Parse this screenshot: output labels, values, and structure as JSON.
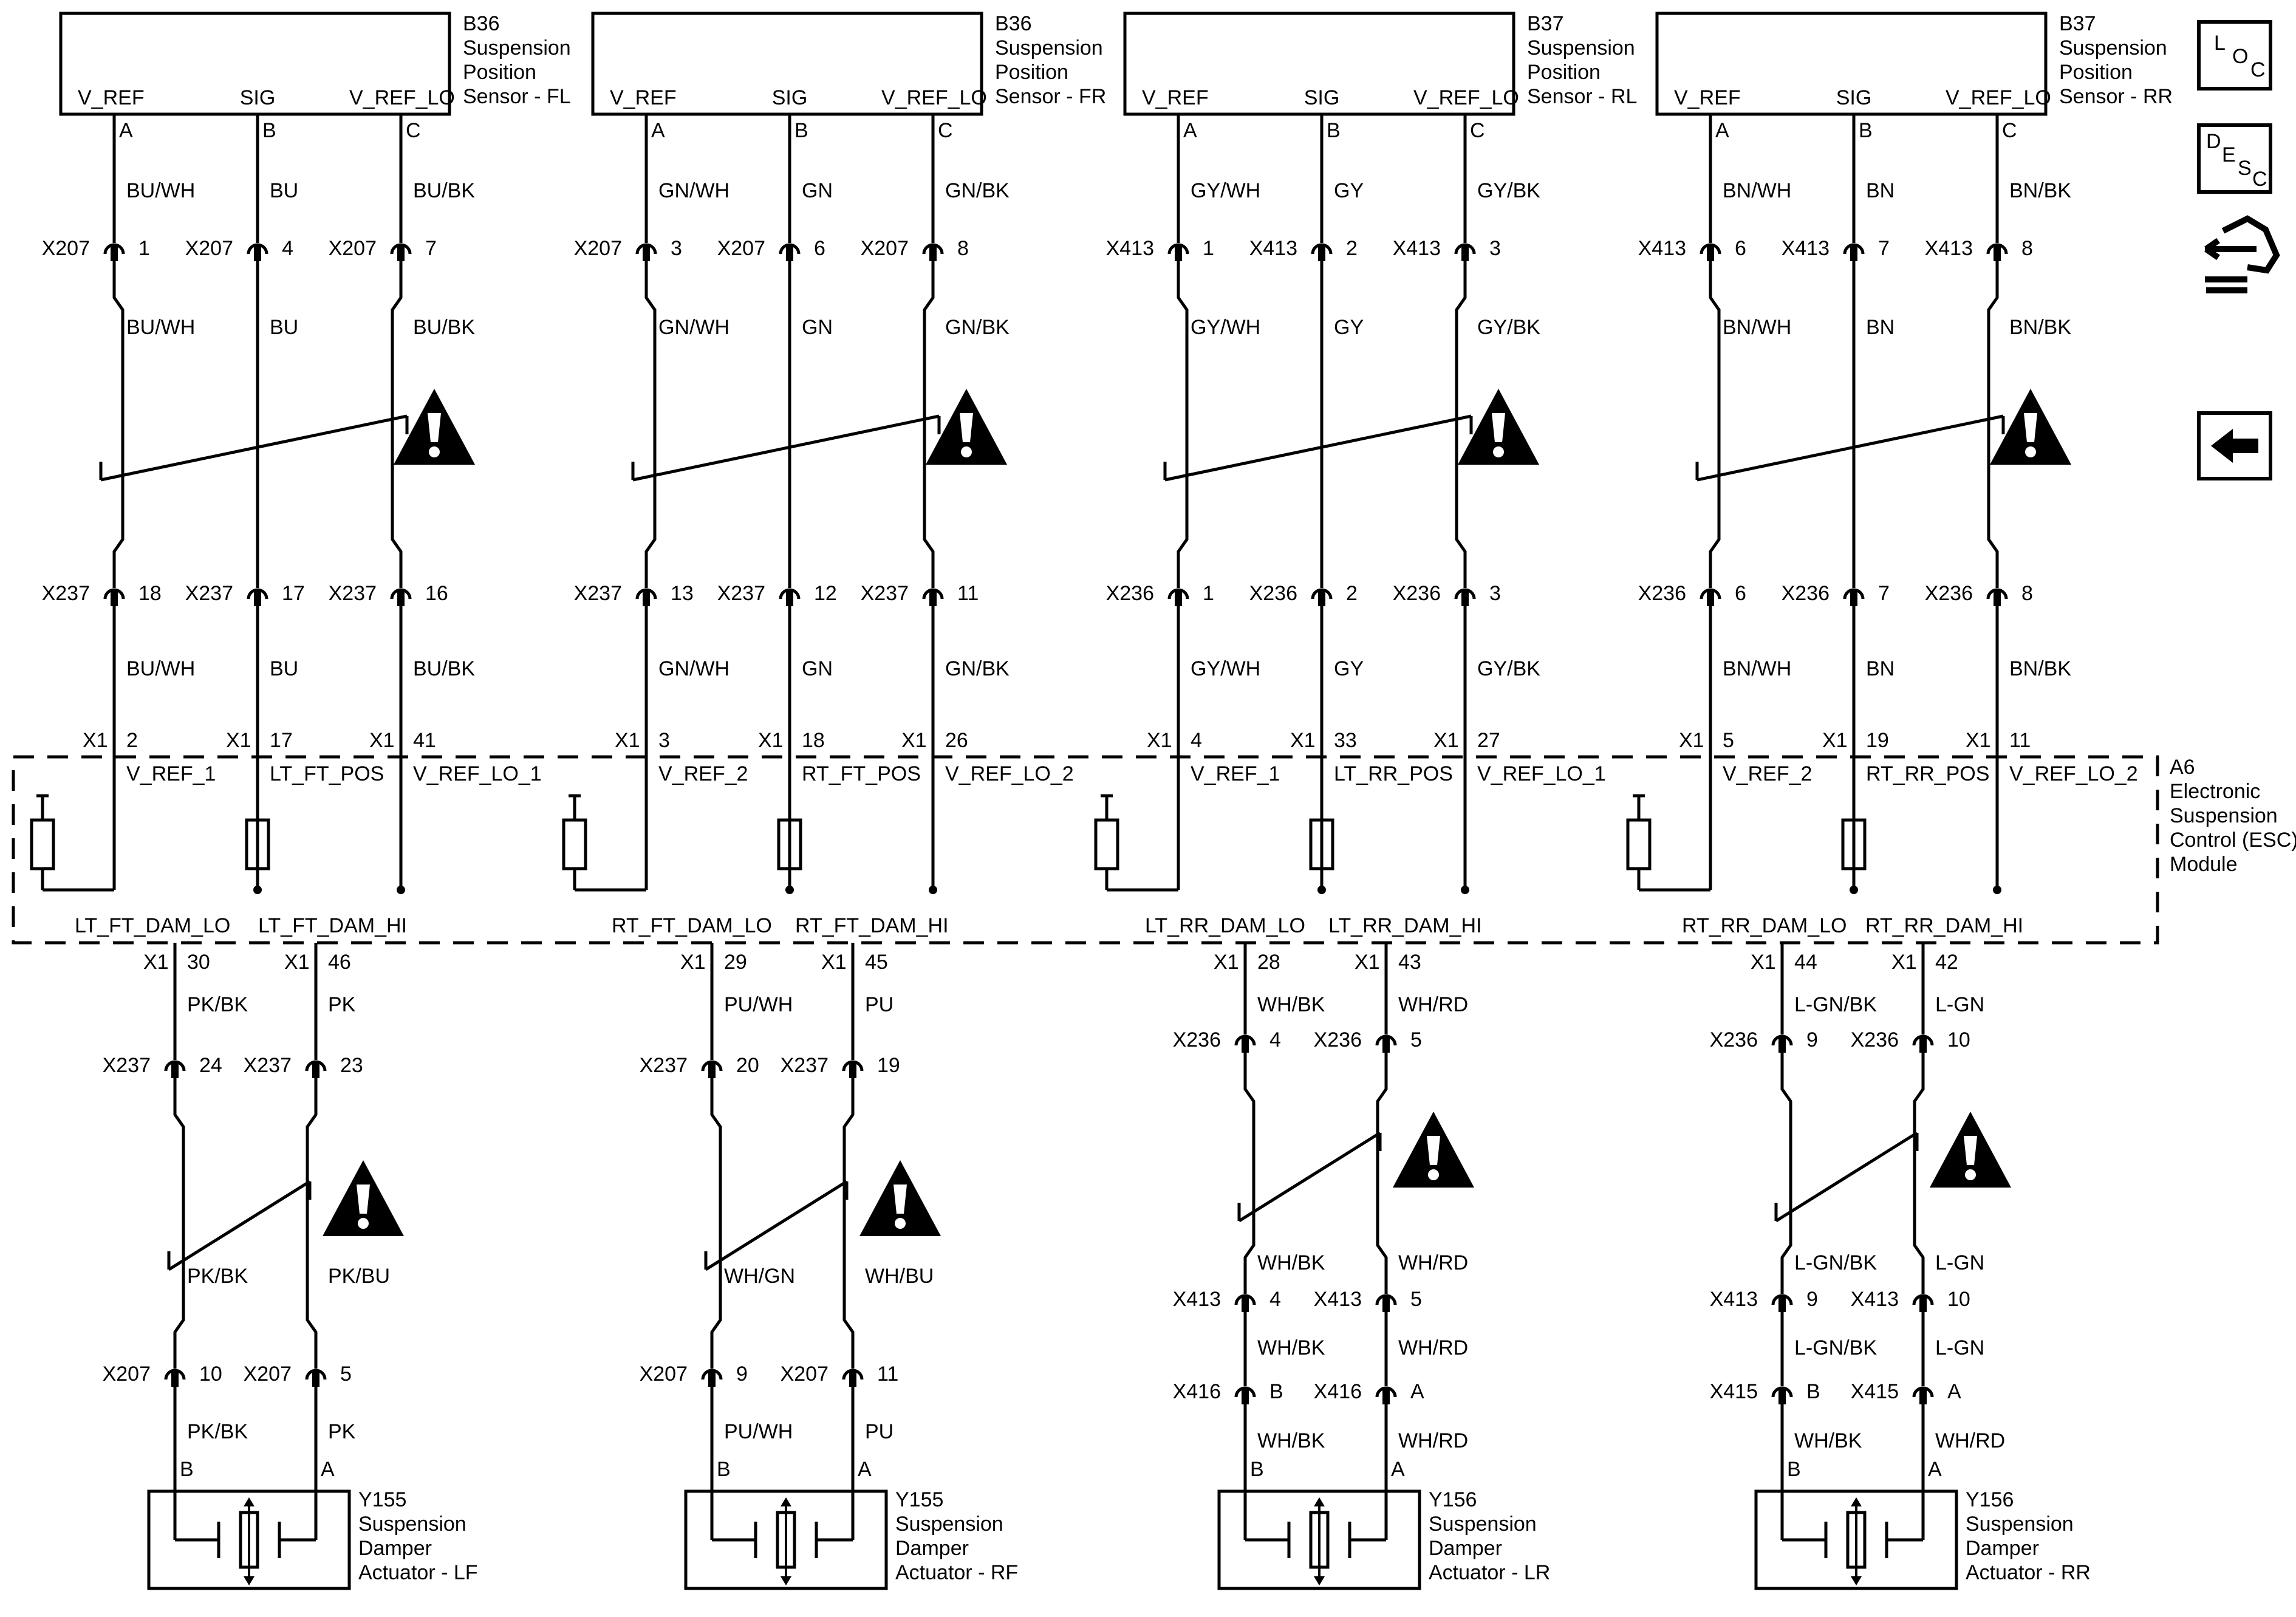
{
  "sensors": [
    {
      "ref": "B36",
      "name_lines": [
        "Suspension",
        "Position",
        "Sensor - FL"
      ],
      "pins": [
        {
          "label": "V_REF",
          "pin": "A",
          "wire_top": "BU/WH",
          "c1": "X207",
          "c1_pin": "1",
          "wire_mid": "BU/WH",
          "c2": "X237",
          "c2_pin": "18",
          "wire_low": "BU/WH",
          "x1_pin": "2",
          "signal": "V_REF_1"
        },
        {
          "label": "SIG",
          "pin": "B",
          "wire_top": "BU",
          "c1": "X207",
          "c1_pin": "4",
          "wire_mid": "BU",
          "c2": "X237",
          "c2_pin": "17",
          "wire_low": "BU",
          "x1_pin": "17",
          "signal": "LT_FT_POS"
        },
        {
          "label": "V_REF_LO",
          "pin": "C",
          "wire_top": "BU/BK",
          "c1": "X207",
          "c1_pin": "7",
          "wire_mid": "BU/BK",
          "c2": "X237",
          "c2_pin": "16",
          "wire_low": "BU/BK",
          "x1_pin": "41",
          "signal": "V_REF_LO_1"
        }
      ]
    },
    {
      "ref": "B36",
      "name_lines": [
        "Suspension",
        "Position",
        "Sensor - FR"
      ],
      "pins": [
        {
          "label": "V_REF",
          "pin": "A",
          "wire_top": "GN/WH",
          "c1": "X207",
          "c1_pin": "3",
          "wire_mid": "GN/WH",
          "c2": "X237",
          "c2_pin": "13",
          "wire_low": "GN/WH",
          "x1_pin": "3",
          "signal": "V_REF_2"
        },
        {
          "label": "SIG",
          "pin": "B",
          "wire_top": "GN",
          "c1": "X207",
          "c1_pin": "6",
          "wire_mid": "GN",
          "c2": "X237",
          "c2_pin": "12",
          "wire_low": "GN",
          "x1_pin": "18",
          "signal": "RT_FT_POS"
        },
        {
          "label": "V_REF_LO",
          "pin": "C",
          "wire_top": "GN/BK",
          "c1": "X207",
          "c1_pin": "8",
          "wire_mid": "GN/BK",
          "c2": "X237",
          "c2_pin": "11",
          "wire_low": "GN/BK",
          "x1_pin": "26",
          "signal": "V_REF_LO_2"
        }
      ]
    },
    {
      "ref": "B37",
      "name_lines": [
        "Suspension",
        "Position",
        "Sensor - RL"
      ],
      "pins": [
        {
          "label": "V_REF",
          "pin": "A",
          "wire_top": "GY/WH",
          "c1": "X413",
          "c1_pin": "1",
          "wire_mid": "GY/WH",
          "c2": "X236",
          "c2_pin": "1",
          "wire_low": "GY/WH",
          "x1_pin": "4",
          "signal": "V_REF_1"
        },
        {
          "label": "SIG",
          "pin": "B",
          "wire_top": "GY",
          "c1": "X413",
          "c1_pin": "2",
          "wire_mid": "GY",
          "c2": "X236",
          "c2_pin": "2",
          "wire_low": "GY",
          "x1_pin": "33",
          "signal": "LT_RR_POS"
        },
        {
          "label": "V_REF_LO",
          "pin": "C",
          "wire_top": "GY/BK",
          "c1": "X413",
          "c1_pin": "3",
          "wire_mid": "GY/BK",
          "c2": "X236",
          "c2_pin": "3",
          "wire_low": "GY/BK",
          "x1_pin": "27",
          "signal": "V_REF_LO_1"
        }
      ]
    },
    {
      "ref": "B37",
      "name_lines": [
        "Suspension",
        "Position",
        "Sensor - RR"
      ],
      "pins": [
        {
          "label": "V_REF",
          "pin": "A",
          "wire_top": "BN/WH",
          "c1": "X413",
          "c1_pin": "6",
          "wire_mid": "BN/WH",
          "c2": "X236",
          "c2_pin": "6",
          "wire_low": "BN/WH",
          "x1_pin": "5",
          "signal": "V_REF_2"
        },
        {
          "label": "SIG",
          "pin": "B",
          "wire_top": "BN",
          "c1": "X413",
          "c1_pin": "7",
          "wire_mid": "BN",
          "c2": "X236",
          "c2_pin": "7",
          "wire_low": "BN",
          "x1_pin": "19",
          "signal": "RT_RR_POS"
        },
        {
          "label": "V_REF_LO",
          "pin": "C",
          "wire_top": "BN/BK",
          "c1": "X413",
          "c1_pin": "8",
          "wire_mid": "BN/BK",
          "c2": "X236",
          "c2_pin": "8",
          "wire_low": "BN/BK",
          "x1_pin": "11",
          "signal": "V_REF_LO_2"
        }
      ]
    }
  ],
  "module": {
    "ref": "A6",
    "name_lines": [
      "Electronic",
      "Suspension",
      "Control (ESC)",
      "Module"
    ],
    "connector": "X1"
  },
  "dampers": [
    {
      "ref": "Y155",
      "name_lines": [
        "Suspension",
        "Damper",
        "Actuator - LF"
      ],
      "wires": [
        {
          "signal": "LT_FT_DAM_LO",
          "x1_pin": "30",
          "w1": "PK/BK",
          "c1": "X237",
          "c1_pin": "24",
          "w2": "PK/BK",
          "c2": "X207",
          "c2_pin": "10",
          "w3": "PK/BK",
          "pin": "B"
        },
        {
          "signal": "LT_FT_DAM_HI",
          "x1_pin": "46",
          "w1": "PK",
          "c1": "X237",
          "c1_pin": "23",
          "w2": "PK/BU",
          "c2": "X207",
          "c2_pin": "5",
          "w3": "PK",
          "pin": "A"
        }
      ]
    },
    {
      "ref": "Y155",
      "name_lines": [
        "Suspension",
        "Damper",
        "Actuator - RF"
      ],
      "wires": [
        {
          "signal": "RT_FT_DAM_LO",
          "x1_pin": "29",
          "w1": "PU/WH",
          "c1": "X237",
          "c1_pin": "20",
          "w2": "WH/GN",
          "c2": "X207",
          "c2_pin": "9",
          "w3": "PU/WH",
          "pin": "B"
        },
        {
          "signal": "RT_FT_DAM_HI",
          "x1_pin": "45",
          "w1": "PU",
          "c1": "X237",
          "c1_pin": "19",
          "w2": "WH/BU",
          "c2": "X207",
          "c2_pin": "11",
          "w3": "PU",
          "pin": "A"
        }
      ]
    },
    {
      "ref": "Y156",
      "name_lines": [
        "Suspension",
        "Damper",
        "Actuator - LR"
      ],
      "wires": [
        {
          "signal": "LT_RR_DAM_LO",
          "x1_pin": "28",
          "w1": "WH/BK",
          "c1": "X236",
          "c1_pin": "4",
          "w2": "WH/BK",
          "c2": "X413",
          "c2_pin": "4",
          "w3": "WH/BK",
          "c3": "X416",
          "c3_pin": "B",
          "w4": "WH/BK",
          "pin": "B"
        },
        {
          "signal": "LT_RR_DAM_HI",
          "x1_pin": "43",
          "w1": "WH/RD",
          "c1": "X236",
          "c1_pin": "5",
          "w2": "WH/RD",
          "c2": "X413",
          "c2_pin": "5",
          "w3": "WH/RD",
          "c3": "X416",
          "c3_pin": "A",
          "w4": "WH/RD",
          "pin": "A"
        }
      ]
    },
    {
      "ref": "Y156",
      "name_lines": [
        "Suspension",
        "Damper",
        "Actuator - RR"
      ],
      "wires": [
        {
          "signal": "RT_RR_DAM_LO",
          "x1_pin": "44",
          "w1": "L-GN/BK",
          "c1": "X236",
          "c1_pin": "9",
          "w2": "L-GN/BK",
          "c2": "X413",
          "c2_pin": "9",
          "w3": "L-GN/BK",
          "c3": "X415",
          "c3_pin": "B",
          "w4": "WH/BK",
          "pin": "B"
        },
        {
          "signal": "RT_RR_DAM_HI",
          "x1_pin": "42",
          "w1": "L-GN",
          "c1": "X236",
          "c1_pin": "10",
          "w2": "L-GN",
          "c2": "X413",
          "c2_pin": "10",
          "w3": "L-GN",
          "c3": "X415",
          "c3_pin": "A",
          "w4": "WH/RD",
          "pin": "A"
        }
      ]
    }
  ],
  "sidebar": {
    "loc_letters": [
      "L",
      "O",
      "C"
    ],
    "desc_letters": [
      "D",
      "E",
      "S",
      "C"
    ],
    "icons": [
      "connector-end-view-icon",
      "back-arrow-icon"
    ]
  }
}
